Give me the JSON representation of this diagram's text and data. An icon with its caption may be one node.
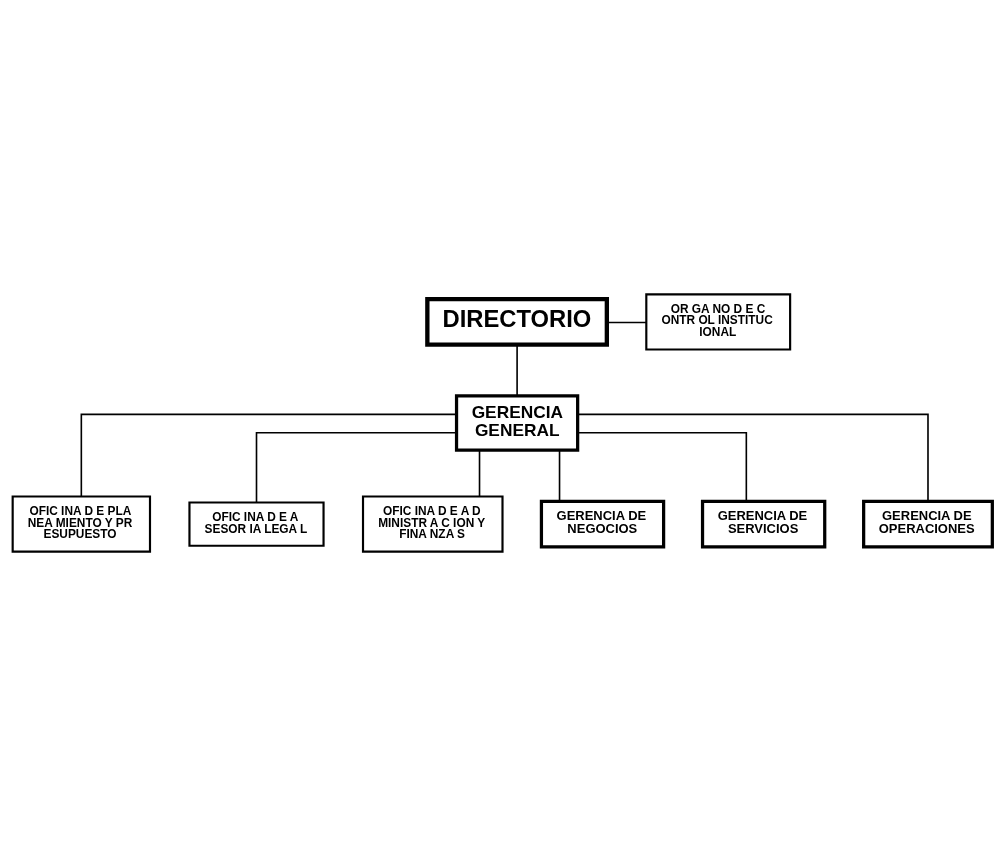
{
  "diagram": {
    "nodes": [
      {
        "text": [
          "DIRECTORIO"
        ]
      },
      {
        "text": [
          "OR GA NO D E C ONTR OL INSTITUC IONAL"
        ]
      },
      {
        "text": [
          "GERENCIA GENERAL"
        ]
      },
      {
        "text": [
          "OFIC INA D E PLA NEA MIENTO Y PR ESUPUESTO"
        ]
      },
      {
        "text": [
          "OFIC INA D E A SESOR IA LEGA L"
        ]
      },
      {
        "text": [
          "OFIC INA D E A D MINISTR A C ION Y FINA NZA S"
        ]
      },
      {
        "text": [
          "GERENCIA DE NEGOCIOS"
        ]
      },
      {
        "text": [
          "GERENCIA DE SERVICIOS"
        ]
      },
      {
        "text": [
          "GERENCIA DE OPERACIONES"
        ]
      }
    ],
    "edges": [
      {
        "from": 0,
        "to": 1,
        "arrow": "none"
      },
      {
        "from": 0,
        "to": 2,
        "arrow": "none"
      },
      {
        "from": 2,
        "to": 3,
        "arrow": "none"
      },
      {
        "from": 2,
        "to": 4,
        "arrow": "none"
      },
      {
        "from": 2,
        "to": 5,
        "arrow": "none"
      },
      {
        "from": 2,
        "to": 6,
        "arrow": "none"
      },
      {
        "from": 2,
        "to": 7,
        "arrow": "none"
      },
      {
        "from": 2,
        "to": 8,
        "arrow": "none"
      }
    ]
  }
}
